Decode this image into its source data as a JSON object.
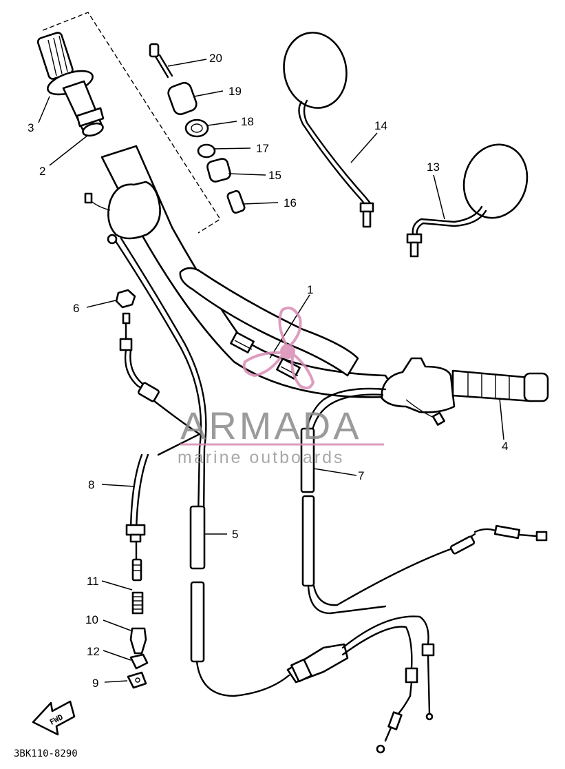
{
  "diagram": {
    "code": "3BK110-8290",
    "fwd_label": "FWD",
    "watermark": {
      "brand": "ARMADA",
      "tagline": "marine outboards",
      "accent_color": "#d98bb5"
    },
    "callouts": [
      "1",
      "2",
      "3",
      "4",
      "5",
      "6",
      "7",
      "8",
      "9",
      "10",
      "11",
      "12",
      "13",
      "14",
      "15",
      "16",
      "17",
      "18",
      "19",
      "20"
    ]
  }
}
